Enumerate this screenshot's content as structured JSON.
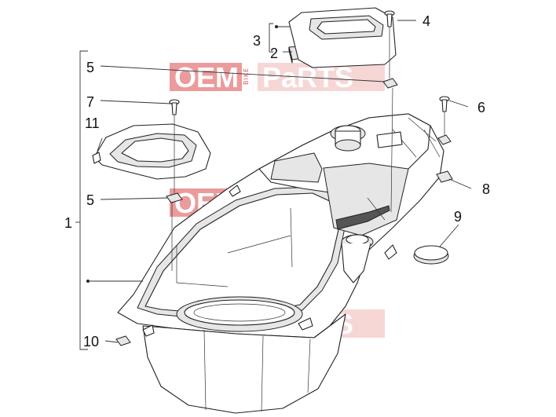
{
  "diagram": {
    "callouts": {
      "c1": "1",
      "c2": "2",
      "c3": "3",
      "c4": "4",
      "c5_top": "5",
      "c5_mid": "5",
      "c6": "6",
      "c7": "7",
      "c8": "8",
      "c9": "9",
      "c10": "10",
      "c11": "11"
    },
    "watermark": {
      "oem": "OEM",
      "bike": "BIKE",
      "parts": "PaRTS",
      "color": "#e88a8a"
    }
  }
}
